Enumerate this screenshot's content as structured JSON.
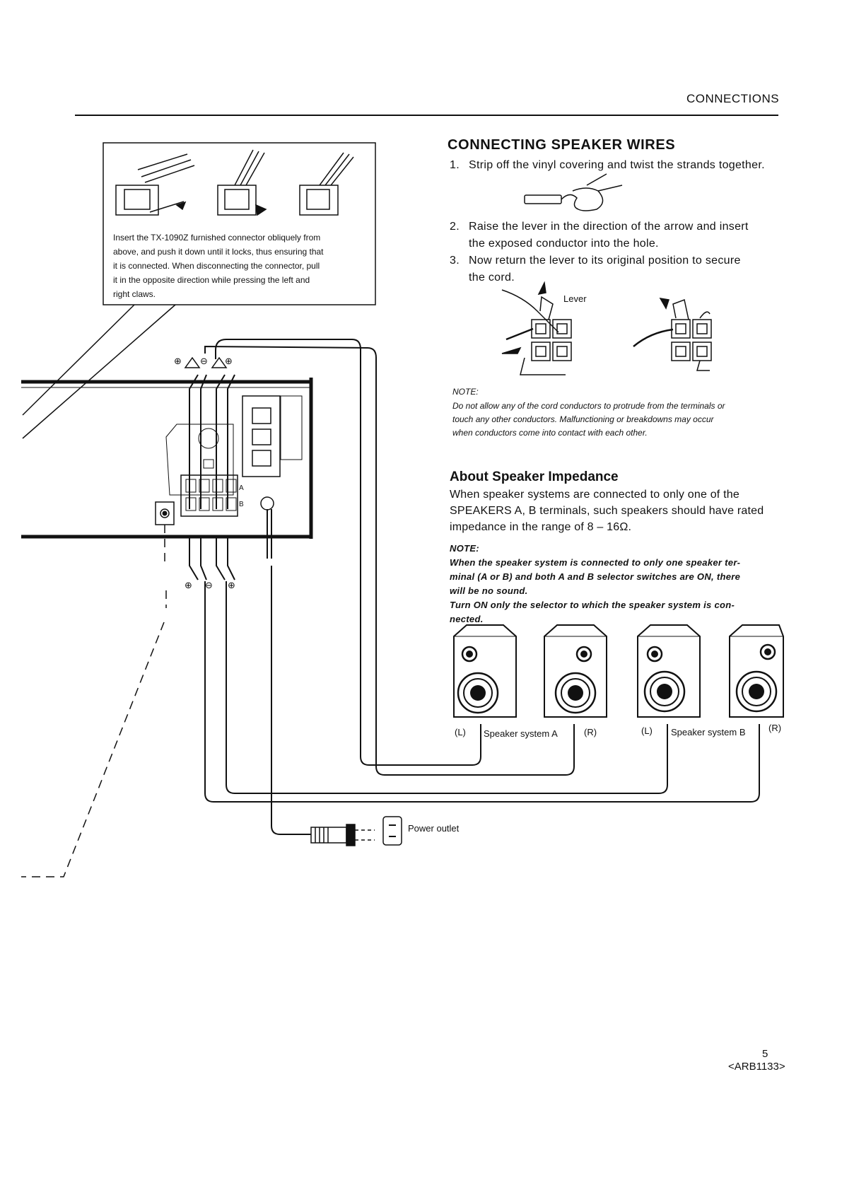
{
  "header": {
    "section": "CONNECTIONS"
  },
  "callout": {
    "lines": [
      "Insert the TX-1090Z furnished connector obliquely from",
      "above, and push it down until it locks, thus ensuring that",
      "it is connected. When disconnecting the connector, pull",
      "it in the opposite direction while pressing the left and",
      "right claws."
    ]
  },
  "speaker_wires": {
    "title": "CONNECTING SPEAKER WIRES",
    "steps": [
      {
        "num": "1.",
        "lines": [
          "Strip off the vinyl covering and twist the strands together."
        ]
      },
      {
        "num": "2.",
        "lines": [
          "Raise the lever in the direction of the arrow and insert",
          "the exposed conductor into the hole."
        ]
      },
      {
        "num": "3.",
        "lines": [
          "Now return the lever to its original position to secure",
          "the cord."
        ]
      }
    ],
    "lever_label": "Lever",
    "note_title": "NOTE:",
    "note_lines": [
      "Do not allow any of the cord conductors to protrude from the terminals or",
      "touch any other conductors. Malfunctioning or breakdowns may occur",
      "when conductors come into contact with each other."
    ]
  },
  "impedance": {
    "title": "About Speaker Impedance",
    "lines": [
      "When speaker systems are connected to only one of the",
      "SPEAKERS A, B terminals, such speakers should have rated",
      "impedance in the range of 8 – 16Ω."
    ],
    "note_title": "NOTE:",
    "note_lines": [
      "When the speaker system is connected to only one speaker ter-",
      "minal (A or B) and both A and B selector switches are ON, there",
      "will be no sound.",
      "Turn ON only the selector to which the speaker system is con-",
      "nected."
    ]
  },
  "speakers": {
    "left": "(L)",
    "right": "(R)",
    "system_a": "Speaker system A",
    "system_b": "Speaker system B"
  },
  "terminal_labels": {
    "plus": "⊕",
    "minus": "⊖",
    "a": "A",
    "b": "B"
  },
  "power_outlet": "Power outlet",
  "footer": {
    "page": "5",
    "code": "<ARB1133>"
  }
}
